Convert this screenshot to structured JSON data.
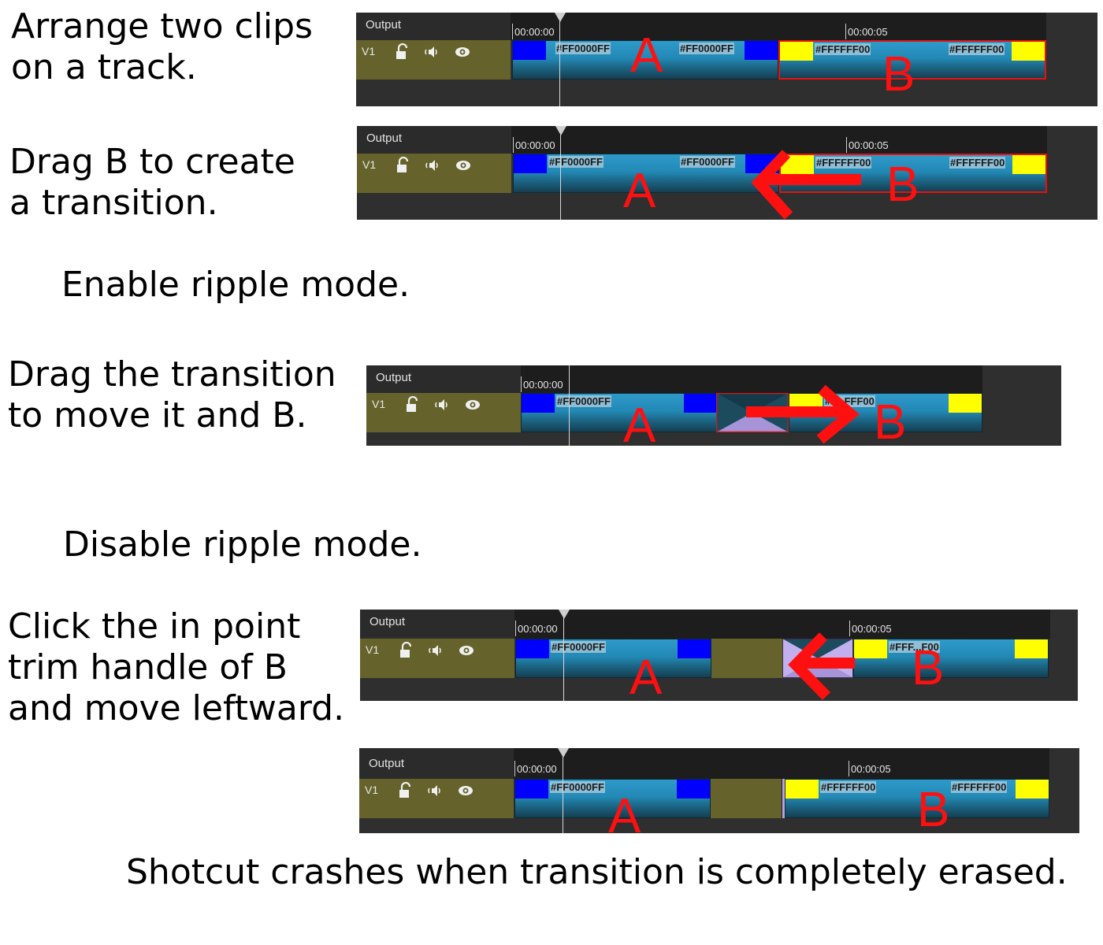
{
  "steps": [
    "Arrange two clips\non a track.",
    "Drag B to create\na transition.",
    "Enable ripple mode.",
    "Drag the transition\nto move it and B.",
    "Disable ripple mode.",
    "Click the in point\ntrim handle of B\nand move leftward.",
    "Shotcut crashes when transition is completely erased."
  ],
  "timeline": {
    "output_label": "Output",
    "track_label": "V1",
    "timecode_start": "00:00:00",
    "timecode_5s": "00:00:05",
    "icons": [
      "lock-open-icon",
      "speaker-icon",
      "eye-icon"
    ]
  },
  "clips": {
    "a_name": "#FF0000FF",
    "b_name": "#FFFFFF00",
    "b_name_occluded_1": "#F...FFF00",
    "b_name_occluded_2": "#FFF...F00",
    "a_label": "A",
    "b_label": "B",
    "a_color": "#0000ff",
    "b_color": "#ffff00"
  },
  "colors": {
    "annotation_red": "#ff1010",
    "clip_blue": "#2389b6",
    "track_olive": "#65632b",
    "transition_purple": "#b9a3e6"
  }
}
